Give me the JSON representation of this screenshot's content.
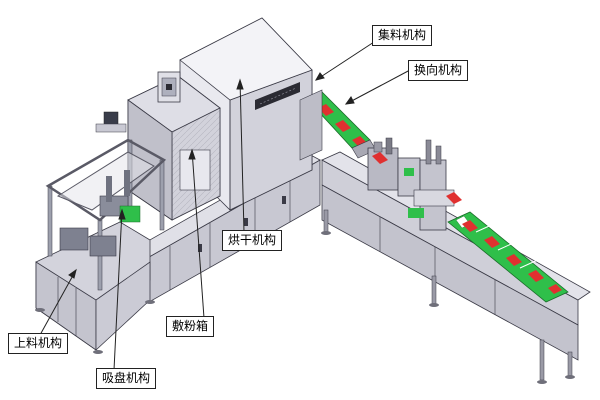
{
  "labels": {
    "collector": "集料机构",
    "turner": "换向机构",
    "dryer": "烘干机构",
    "powder_box": "敷粉箱",
    "loader": "上料机构",
    "suction_tray": "吸盘机构"
  },
  "colors": {
    "frame": "#d7d7de",
    "frame_dark": "#bdbdc6",
    "panel": "#c9c9d3",
    "outline": "#3a3a46",
    "conveyor_green": "#2fbf4a",
    "arrow_red": "#e03030",
    "leader": "#222222"
  }
}
